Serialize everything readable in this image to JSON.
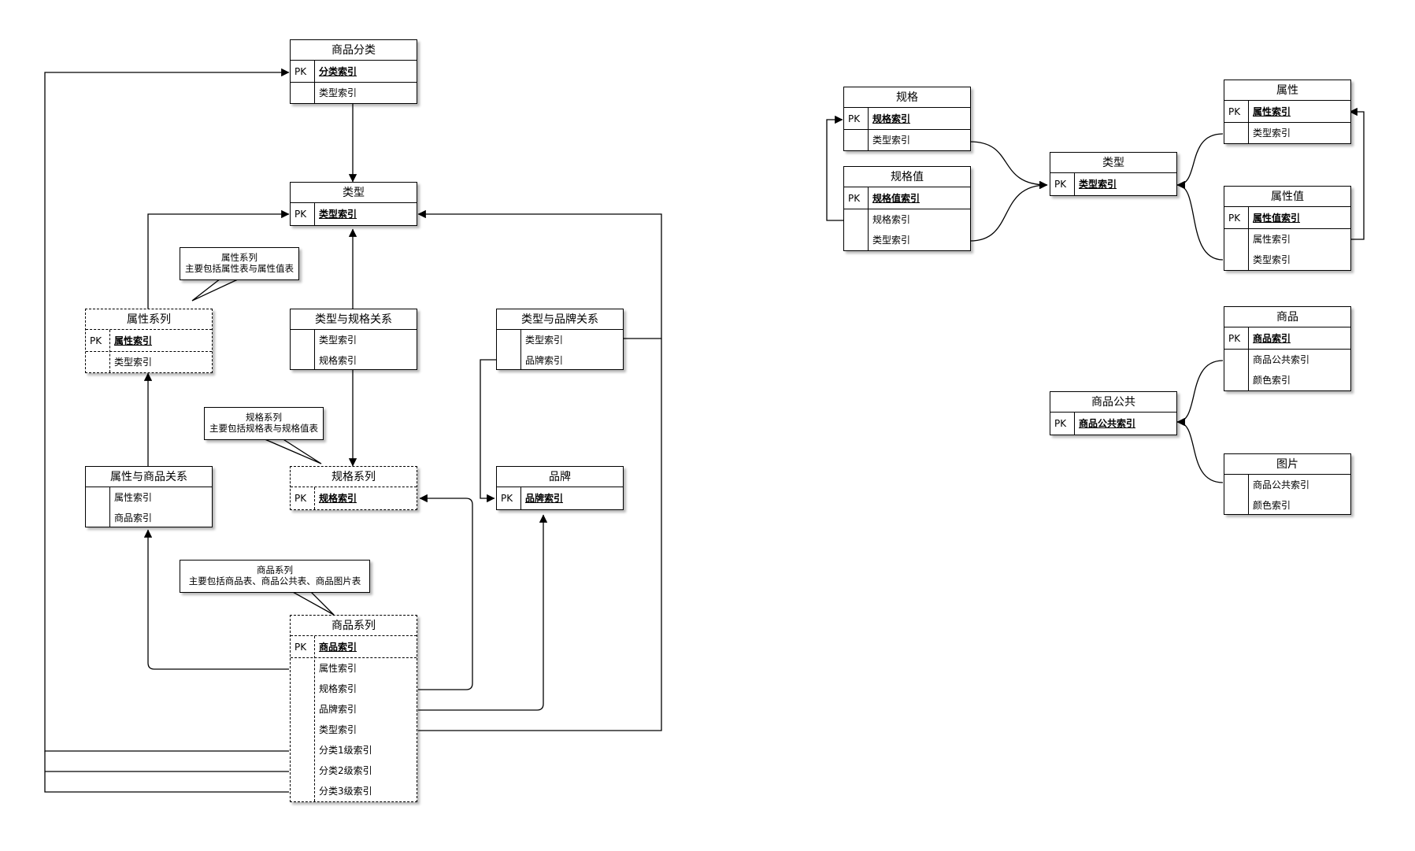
{
  "tables": {
    "category": {
      "title": "商品分类",
      "pk": "PK",
      "pk_field": "分类索引",
      "fields": [
        "类型索引"
      ]
    },
    "type": {
      "title": "类型",
      "pk": "PK",
      "pk_field": "类型索引",
      "fields": []
    },
    "attr_series": {
      "title": "属性系列",
      "pk": "PK",
      "pk_field": "属性索引",
      "fields": [
        "类型索引"
      ]
    },
    "type_spec": {
      "title": "类型与规格关系",
      "fields": [
        "类型索引",
        "规格索引"
      ]
    },
    "type_brand": {
      "title": "类型与品牌关系",
      "fields": [
        "类型索引",
        "品牌索引"
      ]
    },
    "attr_goods": {
      "title": "属性与商品关系",
      "fields": [
        "属性索引",
        "商品索引"
      ]
    },
    "spec_series": {
      "title": "规格系列",
      "pk": "PK",
      "pk_field": "规格索引",
      "fields": []
    },
    "brand": {
      "title": "品牌",
      "pk": "PK",
      "pk_field": "品牌索引",
      "fields": []
    },
    "goods_series": {
      "title": "商品系列",
      "pk": "PK",
      "pk_field": "商品索引",
      "fields": [
        "属性索引",
        "规格索引",
        "品牌索引",
        "类型索引",
        "分类1级索引",
        "分类2级索引",
        "分类3级索引"
      ]
    },
    "spec": {
      "title": "规格",
      "pk": "PK",
      "pk_field": "规格索引",
      "fields": [
        "类型索引"
      ]
    },
    "spec_value": {
      "title": "规格值",
      "pk": "PK",
      "pk_field": "规格值索引",
      "fields": [
        "规格索引",
        "类型索引"
      ]
    },
    "type2": {
      "title": "类型",
      "pk": "PK",
      "pk_field": "类型索引",
      "fields": []
    },
    "attr": {
      "title": "属性",
      "pk": "PK",
      "pk_field": "属性索引",
      "fields": [
        "类型索引"
      ]
    },
    "attr_value": {
      "title": "属性值",
      "pk": "PK",
      "pk_field": "属性值索引",
      "fields": [
        "属性索引",
        "类型索引"
      ]
    },
    "goods": {
      "title": "商品",
      "pk": "PK",
      "pk_field": "商品索引",
      "fields": [
        "商品公共索引",
        "颜色索引"
      ]
    },
    "goods_common": {
      "title": "商品公共",
      "pk": "PK",
      "pk_field": "商品公共索引",
      "fields": []
    },
    "image": {
      "title": "图片",
      "fields": [
        "商品公共索引",
        "颜色索引"
      ]
    }
  },
  "notes": {
    "attr": {
      "line1": "属性系列",
      "line2": "主要包括属性表与属性值表"
    },
    "spec": {
      "line1": "规格系列",
      "line2": "主要包括规格表与规格值表"
    },
    "goods": {
      "line1": "商品系列",
      "line2": "主要包括商品表、商品公共表、商品图片表"
    }
  }
}
